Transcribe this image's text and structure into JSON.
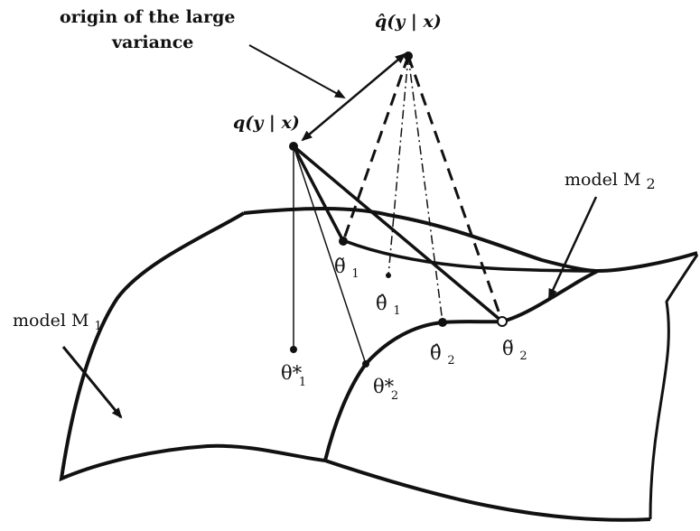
{
  "labels": {
    "origin_line1": "origin of the large",
    "origin_line2": "variance",
    "q_hat": "q̂(y | x)",
    "q": "q(y | x)",
    "model_m1": "model M",
    "model_m1_sub": "1",
    "model_m2": "model M",
    "model_m2_sub": "2",
    "theta_tilde_1": "θ̃",
    "theta_tilde_1_sub": "1",
    "theta_hat_1": "θ̂",
    "theta_hat_1_sub": "1",
    "theta_star_1": "θ*",
    "theta_star_1_sub": "1",
    "theta_star_2": "θ*",
    "theta_star_2_sub": "2",
    "theta_hat_2": "θ̂",
    "theta_hat_2_sub": "2",
    "theta_tilde_2": "θ̃",
    "theta_tilde_2_sub": "2"
  },
  "colors": {
    "ink": "#111111",
    "background": "#ffffff"
  }
}
